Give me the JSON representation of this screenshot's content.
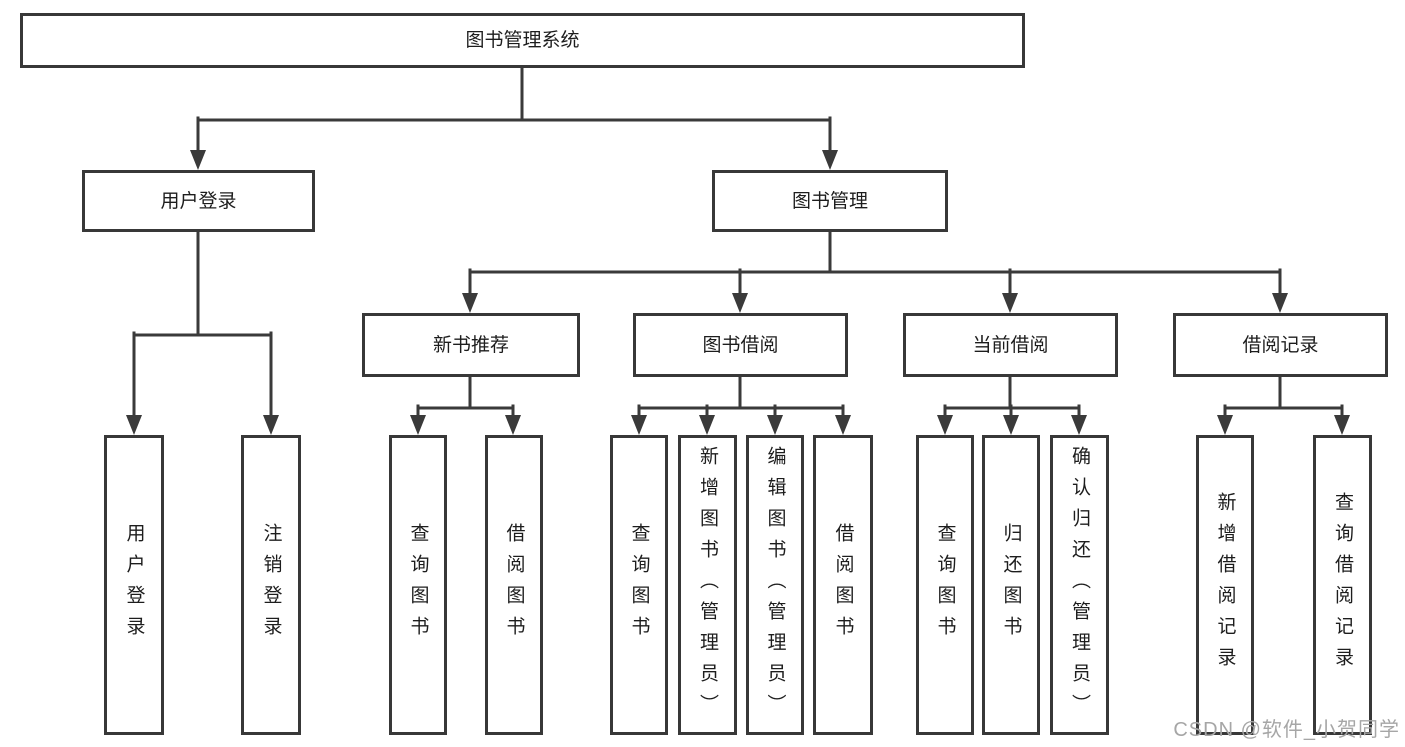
{
  "diagram": {
    "root": "图书管理系统",
    "branches": [
      {
        "label": "用户登录",
        "children": [
          "用户登录",
          "注销登录"
        ]
      },
      {
        "label": "图书管理",
        "groups": [
          {
            "label": "新书推荐",
            "children": [
              "查询图书",
              "借阅图书"
            ]
          },
          {
            "label": "图书借阅",
            "children": [
              "查询图书",
              "新增图书（管理员）",
              "编辑图书（管理员）",
              "借阅图书"
            ]
          },
          {
            "label": "当前借阅",
            "children": [
              "查询图书",
              "归还图书",
              "确认归还（管理员）"
            ]
          },
          {
            "label": "借阅记录",
            "children": [
              "新增借阅记录",
              "查询借阅记录"
            ]
          }
        ]
      }
    ]
  },
  "watermark": {
    "text": "CSDN @软件_小贺同学"
  },
  "colors": {
    "line": "#3a3a3a",
    "box_border": "#383838",
    "text": "#1d1d1d",
    "watermark": "#a6a6a6",
    "background": "#ffffff"
  }
}
